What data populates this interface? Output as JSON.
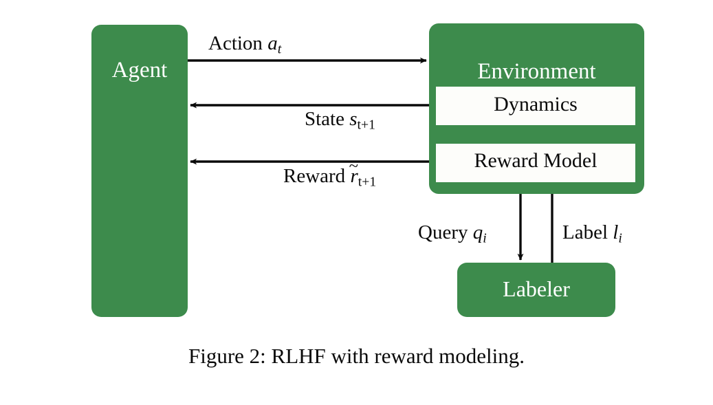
{
  "figure": {
    "caption": "Figure 2: RLHF with reward modeling.",
    "background_color": "#ffffff",
    "accent_color": "#3d8b4c",
    "node_text_color": "#ffffff",
    "inner_box_color": "#fdfdfa",
    "arrow_color": "#0a0a0a"
  },
  "nodes": {
    "agent": {
      "label": "Agent"
    },
    "environment": {
      "label": "Environment"
    },
    "labeler": {
      "label": "Labeler"
    }
  },
  "inner_boxes": {
    "dynamics": {
      "label": "Dynamics"
    },
    "reward_model": {
      "label": "Reward Model"
    }
  },
  "edges": {
    "action": {
      "text": "Action",
      "symbol": "a",
      "subscript": "t",
      "full": "Action a_t",
      "direction": "agent-to-environment"
    },
    "state": {
      "text": "State",
      "symbol": "s",
      "subscript": "t+1",
      "full": "State s_{t+1}",
      "direction": "dynamics-to-agent"
    },
    "reward": {
      "text": "Reward",
      "symbol": "r",
      "accent": "~",
      "subscript": "t+1",
      "full": "Reward r̃_{t+1}",
      "direction": "reward-model-to-agent"
    },
    "query": {
      "text": "Query",
      "symbol": "q",
      "subscript": "i",
      "full": "Query q_i",
      "direction": "reward-model-to-labeler"
    },
    "label": {
      "text": "Label",
      "symbol": "l",
      "subscript": "i",
      "full": "Label l_i",
      "direction": "labeler-to-reward-model"
    }
  }
}
